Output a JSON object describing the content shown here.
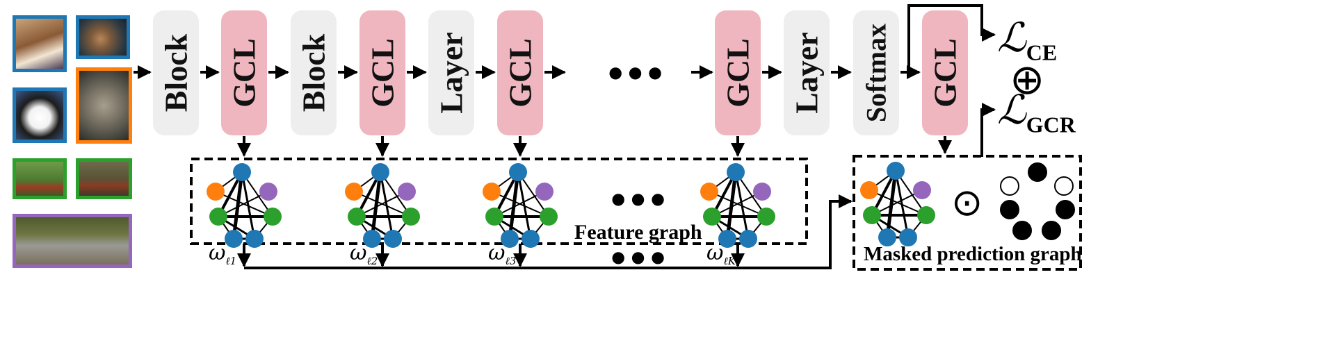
{
  "blocks": [
    {
      "label": "Block",
      "kind": "gray"
    },
    {
      "label": "GCL",
      "kind": "pink"
    },
    {
      "label": "Block",
      "kind": "gray"
    },
    {
      "label": "GCL",
      "kind": "pink"
    },
    {
      "label": "Layer",
      "kind": "gray"
    },
    {
      "label": "GCL",
      "kind": "pink"
    },
    {
      "label": "GCL",
      "kind": "pink"
    },
    {
      "label": "Layer",
      "kind": "gray"
    },
    {
      "label": "Softmax",
      "kind": "gray"
    },
    {
      "label": "GCL",
      "kind": "pink"
    }
  ],
  "feature_graph_caption": "Feature graph",
  "masked_graph_caption": "Masked prediction graph",
  "losses": {
    "ce_symbol": "ℒ",
    "ce_sub": "CE",
    "gcr_symbol": "ℒ",
    "gcr_sub": "GCR",
    "combine": "⊕"
  },
  "hadamard": "⊙",
  "weights": [
    {
      "symbol": "ω",
      "sub": "ℓ1"
    },
    {
      "symbol": "ω",
      "sub": "ℓ2"
    },
    {
      "symbol": "ω",
      "sub": "ℓ3"
    },
    {
      "symbol": "ω",
      "sub": "ℓK"
    }
  ],
  "ellipsis": "•••",
  "colors": {
    "gray_block": "#eeeeee",
    "pink_block": "#efb6c0",
    "node_blue": "#1f77b4",
    "node_orange": "#ff7f0e",
    "node_green": "#2ca02c",
    "node_purple": "#9467bd",
    "frame_blue": "#1f77b4",
    "frame_orange": "#ff7f0e",
    "frame_green": "#2ca02c",
    "frame_purple": "#9467bd"
  },
  "images": [
    {
      "name": "dog-beagle-thumbnail",
      "frame": "blue"
    },
    {
      "name": "dog-poodle-thumbnail",
      "frame": "blue"
    },
    {
      "name": "dog-chin-thumbnail",
      "frame": "blue"
    },
    {
      "name": "cat-thumbnail",
      "frame": "orange"
    },
    {
      "name": "bird-pheasant-thumbnail",
      "frame": "green"
    },
    {
      "name": "bird-rooster-thumbnail",
      "frame": "green"
    },
    {
      "name": "koala-thumbnail",
      "frame": "purple"
    }
  ]
}
